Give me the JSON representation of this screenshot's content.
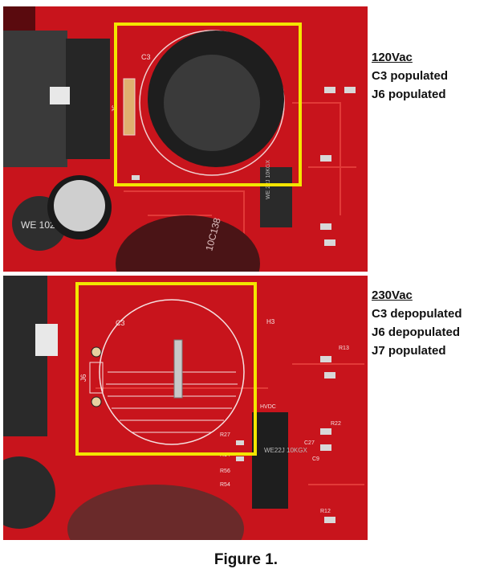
{
  "top_panel": {
    "caption_heading": "120Vac",
    "caption_lines": [
      "C3 populated",
      "J6 populated"
    ]
  },
  "bottom_panel": {
    "caption_heading": "230Vac",
    "caption_lines": [
      "C3 depopulated",
      "J6 depopulated",
      "J7 populated"
    ]
  },
  "figure_caption": "Figure 1.",
  "board_labels": {
    "c3": "C3",
    "j6": "J6",
    "inductor_top": "WE 102",
    "cap_top": "10C138",
    "choke_top": "WE 22J 10KGX",
    "choke_bottom": "WE22J 10KGX",
    "r22": "R22",
    "r13": "R13",
    "r12": "R12",
    "c27": "C27",
    "c9": "C9",
    "h": "H3",
    "vdc": "HVDC",
    "r27": "R27",
    "r14": "R14",
    "r56": "R56",
    "r54": "R54"
  },
  "colors": {
    "board_red": "#c8141c",
    "highlight_yellow": "#f3e600"
  }
}
